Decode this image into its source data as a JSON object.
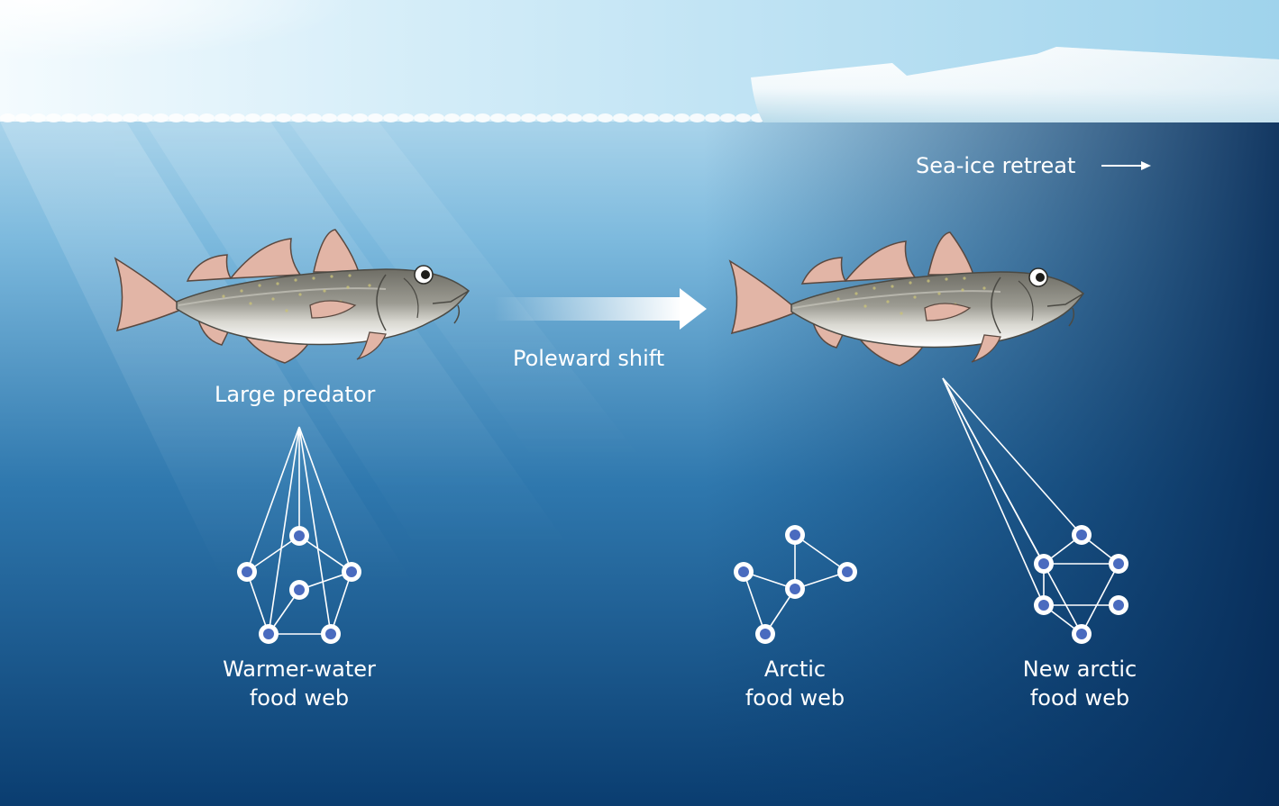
{
  "labels": {
    "sea_ice_retreat": "Sea-ice retreat",
    "poleward_shift": "Poleward shift",
    "large_predator": "Large predator",
    "warmer_web": [
      "Warmer-water",
      "food web"
    ],
    "arctic_web": [
      "Arctic",
      "food web"
    ],
    "new_arctic_web": [
      "New arctic",
      "food web"
    ]
  },
  "colors": {
    "deep_water": "#082f5c",
    "mid_water": "#3f88bd",
    "surface_water": "#cfe9f6",
    "sky": "#a7d8ef",
    "ice": "#ffffff",
    "node_fill": "#4a6bbf",
    "fish_body": "#8f8f86",
    "fish_fin": "#e2b5a6"
  }
}
